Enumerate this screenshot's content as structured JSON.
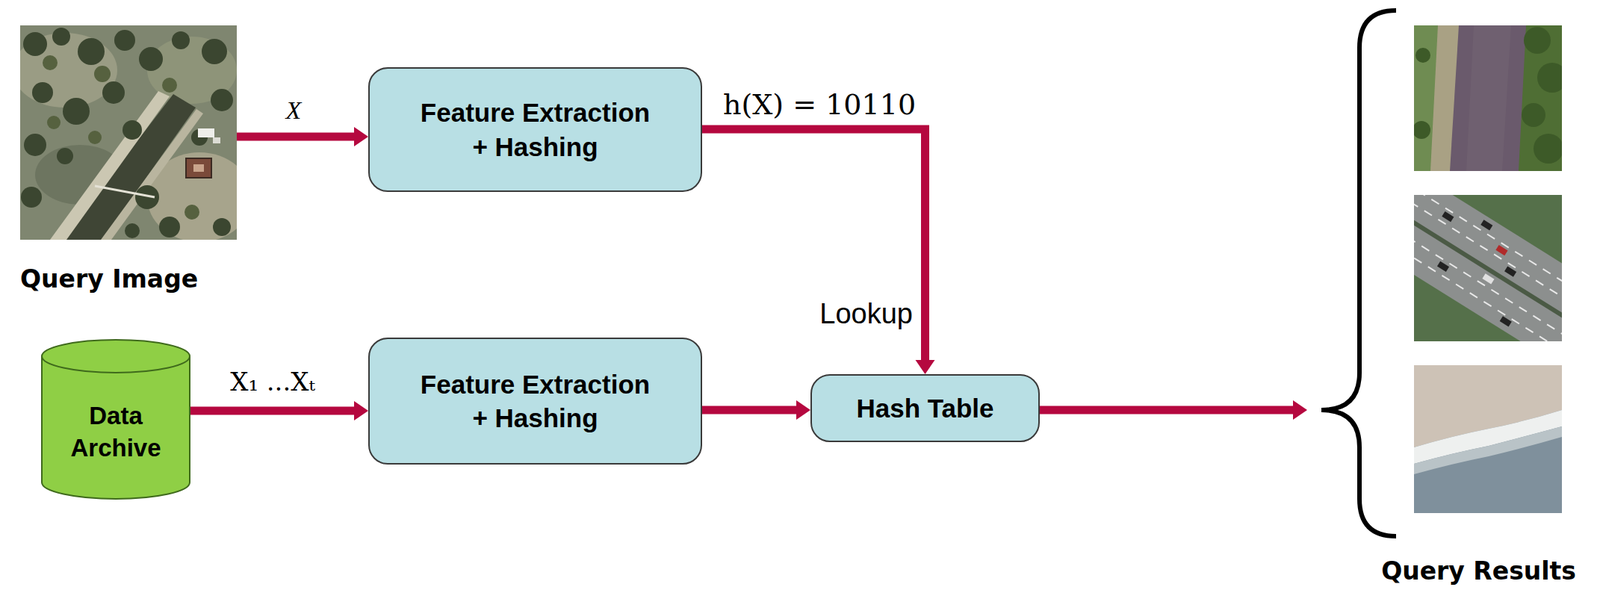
{
  "diagram": {
    "nodes": [
      {
        "text": [
          "Query Image"
        ]
      },
      {
        "text": [
          "Feature Extraction + Hashing"
        ]
      },
      {
        "text": [
          "Data Archive"
        ]
      },
      {
        "text": [
          "Feature Extraction + Hashing"
        ]
      },
      {
        "text": [
          "Hash Table"
        ]
      },
      {
        "text": [
          "Query Results"
        ]
      }
    ],
    "edges": [
      {
        "from": 0,
        "to": 1,
        "label": "X",
        "arrow": "to"
      },
      {
        "from": 1,
        "to": 4,
        "label": "h(X) = 10110",
        "arrow": "to"
      },
      {
        "from": 2,
        "to": 3,
        "label": "X₁ ...Xₜ",
        "arrow": "to"
      },
      {
        "from": 3,
        "to": 4,
        "arrow": "to"
      },
      {
        "from": 4,
        "to": 5,
        "arrow": "to"
      }
    ],
    "labels": [
      "Lookup"
    ]
  }
}
